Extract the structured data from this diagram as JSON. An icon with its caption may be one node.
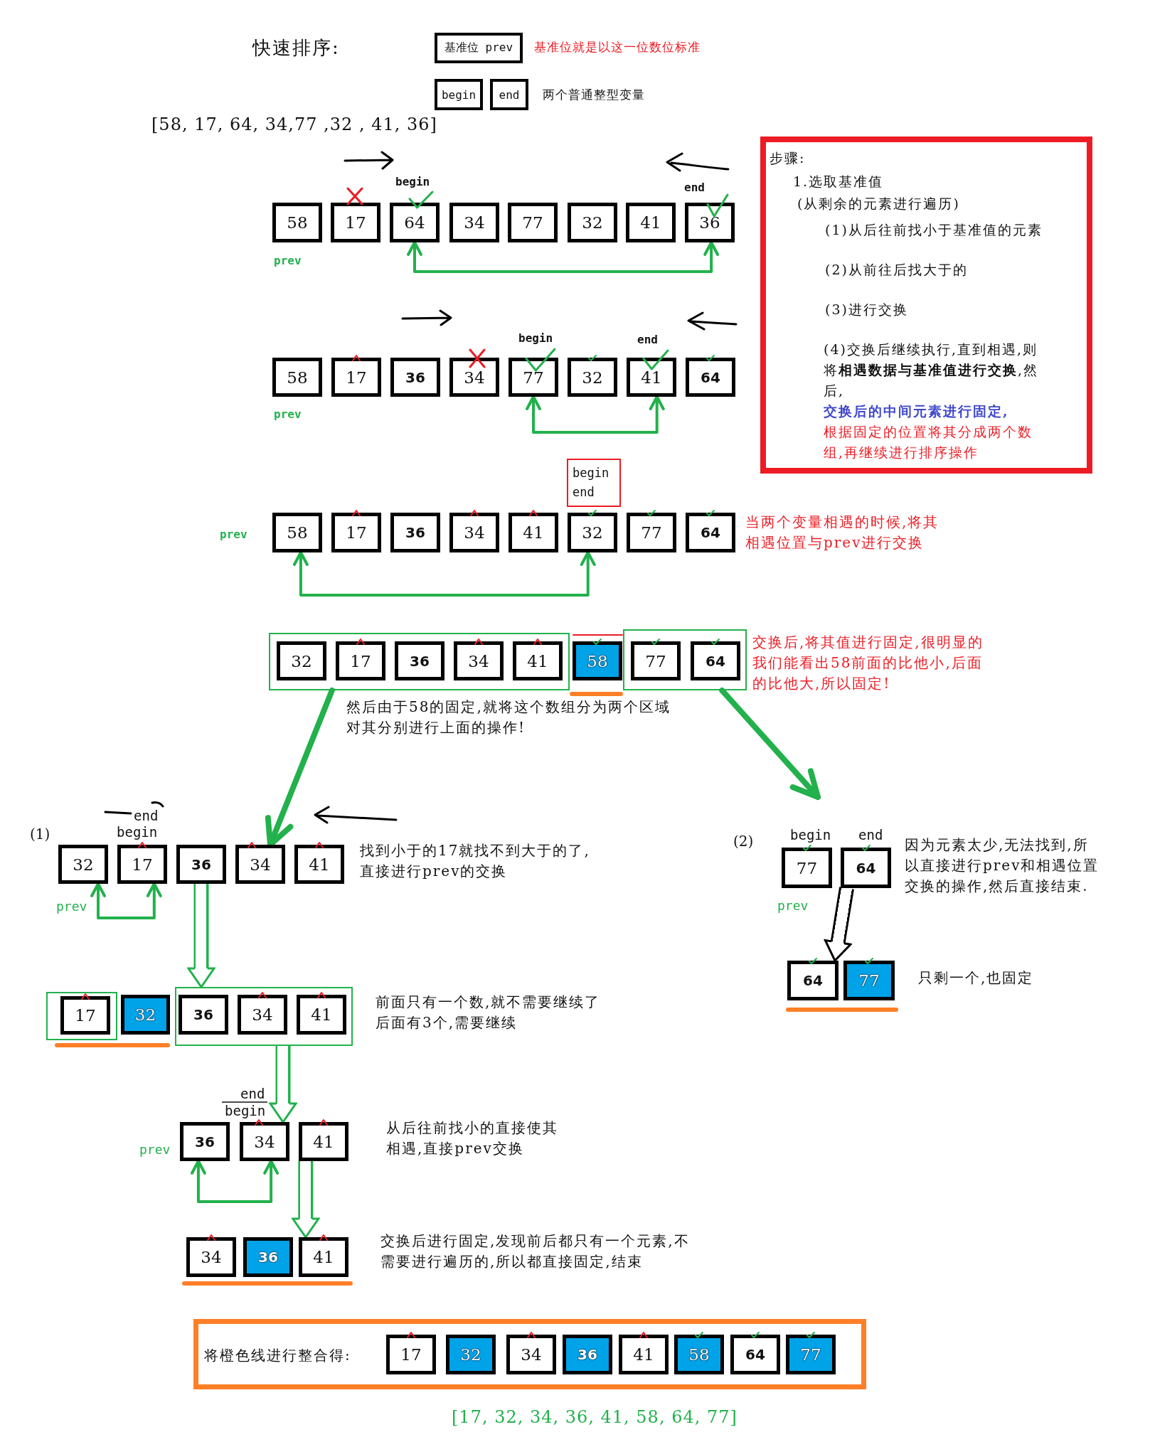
{
  "diagram": {
    "title": "快速排序:",
    "nodes": [
      {
        "text": [
          "基准位 prev"
        ]
      },
      {
        "text": [
          "begin"
        ]
      },
      {
        "text": [
          "end"
        ]
      },
      {
        "text": [
          "步骤:",
          "1.选取基准值",
          "(从剩余的元素进行遍历)",
          "(1)从后往前找小于基准值的元素",
          "(2)从前往后找大于的",
          "(3)进行交换",
          "(4)交换后继续执行,直到相遇,则将**相遇数据与基准值进行交换**,然后,",
          "交换后的中间元素进行固定,",
          "根据固定的位置将其分成两个数组,再继续进行排序操作"
        ]
      },
      {
        "text": [
          "58"
        ]
      },
      {
        "text": [
          "17"
        ]
      },
      {
        "text": [
          "64"
        ]
      },
      {
        "text": [
          "34"
        ]
      },
      {
        "text": [
          "77"
        ]
      },
      {
        "text": [
          "32"
        ]
      },
      {
        "text": [
          "41"
        ]
      },
      {
        "text": [
          "36"
        ]
      },
      {
        "text": [
          "58"
        ]
      },
      {
        "text": [
          "17"
        ]
      },
      {
        "text": [
          "36"
        ]
      },
      {
        "text": [
          "34"
        ]
      },
      {
        "text": [
          "77"
        ]
      },
      {
        "text": [
          "32"
        ]
      },
      {
        "text": [
          "41"
        ]
      },
      {
        "text": [
          "64"
        ]
      },
      {
        "text": [
          "begin",
          "end"
        ]
      },
      {
        "text": [
          "58"
        ]
      },
      {
        "text": [
          "17"
        ]
      },
      {
        "text": [
          "36"
        ]
      },
      {
        "text": [
          "34"
        ]
      },
      {
        "text": [
          "41"
        ]
      },
      {
        "text": [
          "32"
        ]
      },
      {
        "text": [
          "77"
        ]
      },
      {
        "text": [
          "64"
        ]
      },
      {
        "text": [],
        "shape": "box"
      },
      {
        "text": [
          "32"
        ],
        "in": 29
      },
      {
        "text": [
          "17"
        ],
        "in": 29
      },
      {
        "text": [
          "36"
        ],
        "in": 29
      },
      {
        "text": [
          "34"
        ],
        "in": 29
      },
      {
        "text": [
          "41"
        ],
        "in": 29
      },
      {
        "text": [
          "58"
        ]
      },
      {
        "text": [],
        "shape": "box"
      },
      {
        "text": [
          "77"
        ],
        "in": 36
      },
      {
        "text": [
          "64"
        ],
        "in": 36
      },
      {
        "text": [
          "32"
        ]
      },
      {
        "text": [
          "17"
        ]
      },
      {
        "text": [
          "36"
        ]
      },
      {
        "text": [
          "34"
        ]
      },
      {
        "text": [
          "41"
        ]
      },
      {
        "text": [
          "77"
        ]
      },
      {
        "text": [
          "64"
        ]
      },
      {
        "text": [
          "64"
        ]
      },
      {
        "text": [
          "77"
        ]
      },
      {
        "text": [],
        "shape": "box"
      },
      {
        "text": [
          "17"
        ],
        "in": 48
      },
      {
        "text": [
          "32"
        ]
      },
      {
        "text": [],
        "shape": "box"
      },
      {
        "text": [
          "36"
        ],
        "in": 51
      },
      {
        "text": [
          "34"
        ],
        "in": 51
      },
      {
        "text": [
          "41"
        ],
        "in": 51
      },
      {
        "text": [
          "36"
        ]
      },
      {
        "text": [
          "34"
        ]
      },
      {
        "text": [
          "41"
        ]
      },
      {
        "text": [
          "34"
        ]
      },
      {
        "text": [
          "36"
        ]
      },
      {
        "text": [
          "41"
        ]
      },
      {
        "text": [
          "将橙色线进行整合得:"
        ]
      },
      {
        "text": [
          "17"
        ],
        "in": 61
      },
      {
        "text": [
          "32"
        ],
        "in": 61
      },
      {
        "text": [
          "34"
        ],
        "in": 61
      },
      {
        "text": [
          "36"
        ],
        "in": 61
      },
      {
        "text": [
          "41"
        ],
        "in": 61
      },
      {
        "text": [
          "58"
        ],
        "in": 61
      },
      {
        "text": [
          "64"
        ],
        "in": 61
      },
      {
        "text": [
          "77"
        ],
        "in": 61
      }
    ],
    "edges": [
      {
        "from": 6,
        "to": 11,
        "arrow": "both"
      },
      {
        "from": 16,
        "to": 18,
        "arrow": "both"
      },
      {
        "from": 21,
        "to": 26,
        "arrow": "both"
      },
      {
        "from": 29,
        "to": 42,
        "arrow": "to",
        "style": "thick"
      },
      {
        "from": 36,
        "to": null,
        "arrow": "to",
        "style": "thick"
      },
      {
        "from": 39,
        "to": 40,
        "arrow": "both"
      },
      {
        "from": 41,
        "to": 51,
        "arrow": "to"
      },
      {
        "from": 45,
        "to": 46,
        "arrow": "to",
        "color": "#000000"
      },
      {
        "from": 51,
        "to": 56,
        "arrow": "to"
      },
      {
        "from": 55,
        "to": 56,
        "arrow": "both"
      },
      {
        "from": 57,
        "to": 60,
        "arrow": "to"
      }
    ],
    "labels": [
      "基准位就是以这一位数位标准",
      "两个普通整型变量",
      "[58, 17, 64, 34,77 ,32 , 41, 36]",
      "begin",
      "end",
      "prev",
      "begin",
      "end",
      "prev",
      "prev",
      "当两个变量相遇的时候,将其相遇位置与prev进行交换",
      "交换后,将其值进行固定,很明显的我们能看出58前面的比他小,后面的比他大,所以固定!",
      "然后由于58的固定,就将这个数组分为两个区域对其分别进行上面的操作!",
      "end",
      "(1)",
      "begin",
      "找到小于的17就找不到大于的了,直接进行prev的交换",
      "(2)",
      "begin",
      "end",
      "因为元素太少,无法找到,所以直接进行prev和相遇位置交换的操作,然后直接结束.",
      "prev",
      "prev",
      "只剩一个,也固定",
      "前面只有一个数,就不需要继续了后面有3个,需要继续",
      "end",
      "begin",
      "从后往前找小的直接使其相遇,直接prev交换",
      "prev",
      "交换后进行固定,发现前后都只有一个元素,不需要进行遍历的,所以都直接固定,结束",
      "[17, 32, 34, 36, 41, 58, 64, 77]"
    ]
  }
}
